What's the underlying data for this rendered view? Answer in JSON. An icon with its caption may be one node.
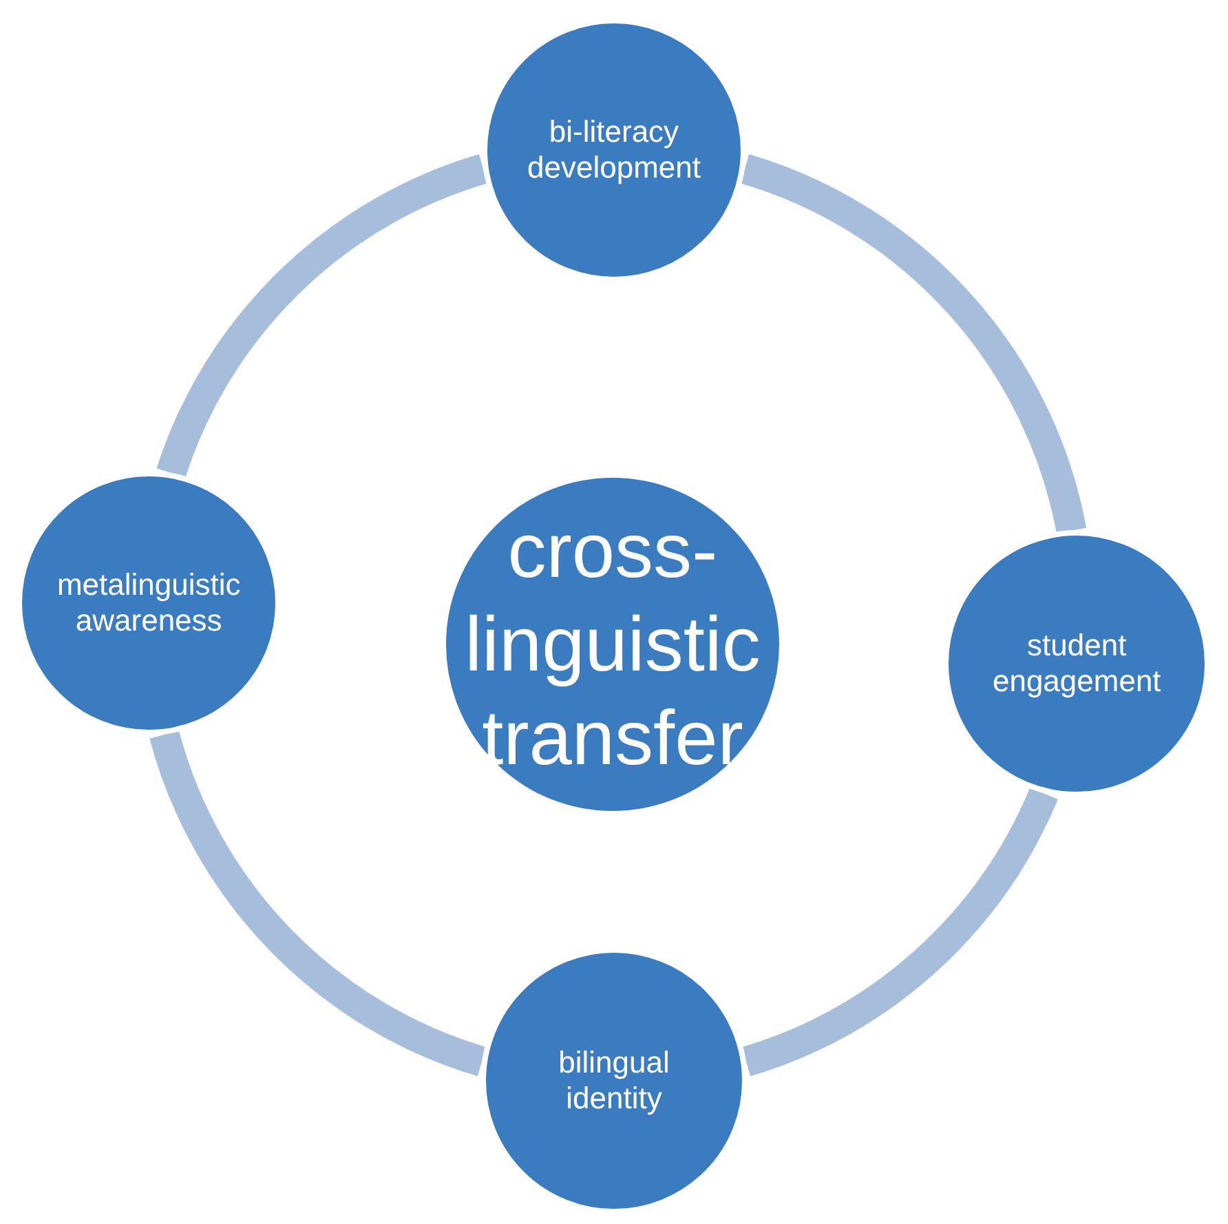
{
  "diagram": {
    "nodes": [
      {
        "text": [
          "bi-literacy development"
        ]
      },
      {
        "text": [
          "metalinguistic awareness"
        ]
      },
      {
        "text": [
          "cross- linguistic transfer"
        ]
      },
      {
        "text": [
          "student engagement"
        ]
      },
      {
        "text": [
          "bilingual identity"
        ]
      }
    ],
    "edges": [
      {
        "from": 0,
        "to": 3,
        "arrow": "none"
      },
      {
        "from": 3,
        "to": 4,
        "arrow": "none"
      },
      {
        "from": 4,
        "to": 1,
        "arrow": "none"
      },
      {
        "from": 1,
        "to": 0,
        "arrow": "none"
      }
    ]
  }
}
